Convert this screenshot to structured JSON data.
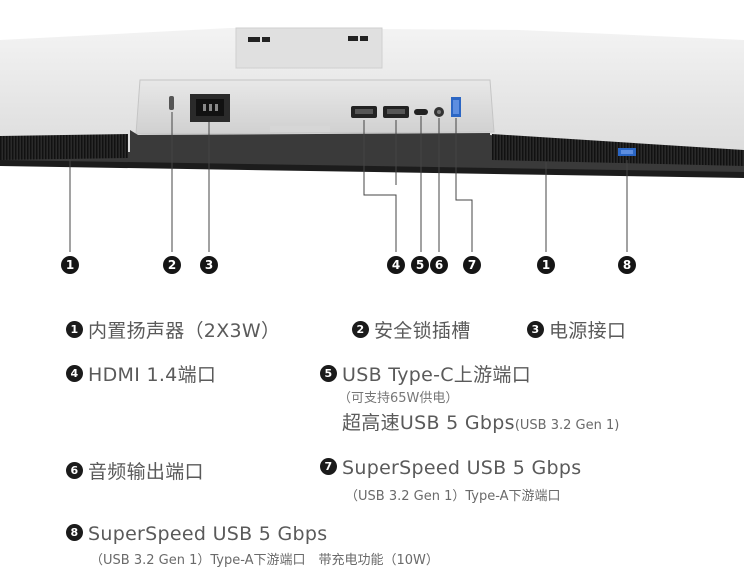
{
  "callout_numbers": [
    "1",
    "2",
    "3",
    "4",
    "5",
    "6",
    "7",
    "1",
    "8"
  ],
  "legend": {
    "i1": {
      "num": "1",
      "text": "内置扬声器（2X3W）"
    },
    "i2": {
      "num": "2",
      "text": "安全锁插槽"
    },
    "i3": {
      "num": "3",
      "text": "电源接口"
    },
    "i4": {
      "num": "4",
      "text": "HDMI 1.4端口"
    },
    "i5": {
      "num": "5",
      "text": "USB Type-C上游端口",
      "note": "（可支持65W供电）",
      "line2_main": "超高速USB 5 Gbps",
      "line2_sub": "(USB 3.2 Gen 1)"
    },
    "i6": {
      "num": "6",
      "text": "音频输出端口"
    },
    "i7": {
      "num": "7",
      "text": "SuperSpeed USB 5 Gbps",
      "sub": "（USB 3.2 Gen 1）Type-A下游端口"
    },
    "i8": {
      "num": "8",
      "text": "SuperSpeed USB 5 Gbps",
      "sub": "（USB 3.2 Gen 1）Type-A下游端口　带充电功能（10W）"
    }
  },
  "colors": {
    "badge": "#1b1b1b",
    "text": "#5a5a5a",
    "monitor_body": "#e4e4e4",
    "port_blue": "#2b66c4"
  }
}
